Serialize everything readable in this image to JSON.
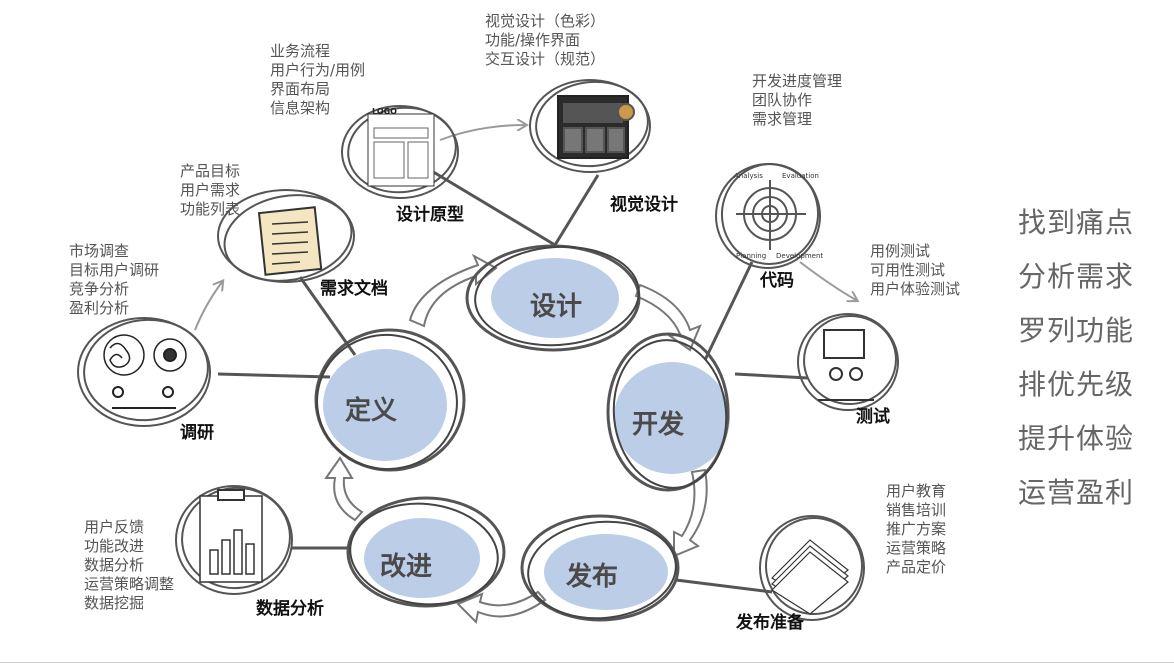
{
  "stages": {
    "design": "设计",
    "define": "定义",
    "develop": "开发",
    "release": "发布",
    "improve": "改进"
  },
  "nodes": {
    "research": {
      "title": "调研",
      "items": [
        "市场调查",
        "目标用户调研",
        "竞争分析",
        "盈利分析"
      ]
    },
    "requirements_doc": {
      "title": "需求文档",
      "items": [
        "产品目标",
        "用户需求",
        "功能列表"
      ]
    },
    "prototype": {
      "title": "设计原型",
      "items": [
        "业务流程",
        "用户行为/用例",
        "界面布局",
        "信息架构"
      ],
      "logo_text": "LOGO"
    },
    "visual_design": {
      "title": "视觉设计",
      "items": [
        "视觉设计（色彩）",
        "功能/操作界面",
        "交互设计（规范）"
      ]
    },
    "code": {
      "title": "代码",
      "items": [
        "开发进度管理",
        "团队协作",
        "需求管理"
      ],
      "cycle_labels": [
        "Analysis",
        "Evaluation",
        "Planning",
        "Development"
      ]
    },
    "testing": {
      "title": "测试",
      "items": [
        "用例测试",
        "可用性测试",
        "用户体验测试"
      ]
    },
    "release_prep": {
      "title": "发布准备",
      "items": [
        "用户教育",
        "销售培训",
        "推广方案",
        "运营策略",
        "产品定价"
      ]
    },
    "data_analysis": {
      "title": "数据分析",
      "items": [
        "用户反馈",
        "功能改进",
        "数据分析",
        "运营策略调整",
        "数据挖掘"
      ]
    }
  },
  "goals": [
    "找到痛点",
    "分析需求",
    "罗列功能",
    "排优先级",
    "提升体验",
    "运营盈利"
  ],
  "colors": {
    "stage_fill": "#bccde8",
    "sketch_stroke": "#555555",
    "arrow_gray": "#9a9a9a",
    "side_text": "#666666"
  }
}
